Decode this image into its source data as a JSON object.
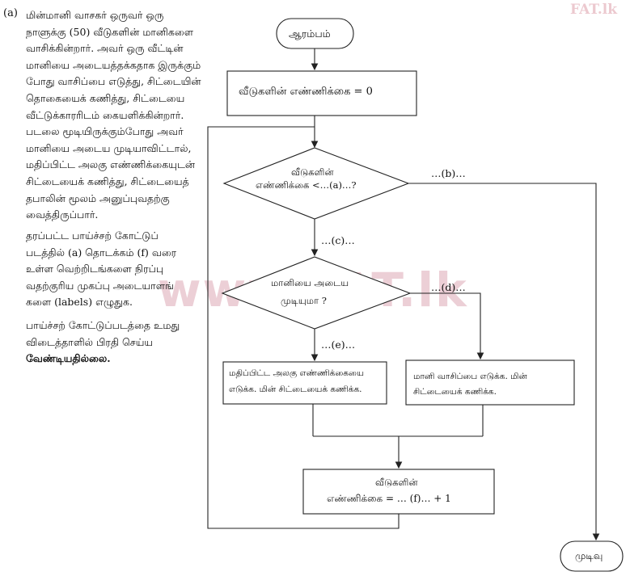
{
  "question_label": "(a)",
  "paragraph1": [
    "மின்மானி வாசகர் ஒருவர் ஒரு",
    "நாளுக்கு (50) வீடுகளின் மானிகளை",
    "வாசிக்கின்றார். அவர் ஒரு வீட்டின்",
    "மானியை அடையத்தக்கதாக இருக்கும்",
    "போது வாசிப்பை எடுத்து, சிட்டையின்",
    "தொகையைக் கணித்து, சிட்டையை",
    "வீட்டுக்காரரிடம் கையளிக்கின்றார்.",
    "படலை மூடியிருக்கும்போது அவர்",
    "மானியை அடைய முடியாவிட்டால்,",
    "மதிப்பிட்ட அலகு எண்ணிக்கையுடன்",
    "சிட்டையைக் கணித்து, சிட்டையைத்",
    "தபாலின் மூலம் அனுப்புவதற்கு",
    "வைத்திருப்பார்."
  ],
  "paragraph2": [
    "தரப்பட்ட பாய்ச்சற் கோட்டுப்",
    "படத்தில் (a) தொடக்கம் (f) வரை",
    "உள்ள வெற்றிடங்களை நிரப்பு",
    "வதற்குரிய முகப்பு அடையாளங்",
    "களை (labels) எழுதுக."
  ],
  "paragraph3_lines": [
    "பாய்ச்சற் கோட்டுப்படத்தை உமது",
    "விடைத்தாளில் பிரதி செய்ய"
  ],
  "paragraph3_bold": "வேண்டியதில்லை.",
  "watermark": "www.FAT.lk",
  "corner_watermark": "FAT.lk",
  "flow": {
    "start": "ஆரம்பம்",
    "init_box": "வீடுகளின் எண்ணிக்கை = 0",
    "decision1_line1": "வீடுகளின்",
    "decision1_line2": "எண்ணிக்கை <…(a)…?",
    "label_b": "…(b)…",
    "label_c": "…(c)…",
    "decision2_line1": "மானியை அடைய",
    "decision2_line2": "முடியுமா ?",
    "label_d": "…(d)…",
    "label_e": "…(e)…",
    "left_box_line1": "மதிப்பிட்ட அலகு எண்ணிக்கையை",
    "left_box_line2": "எடுக்க. மின் சிட்டையைக் கணிக்க.",
    "right_box_line1": "மானி வாசிப்பை எடுக்க. மின்",
    "right_box_line2": "சிட்டையைக் கணிக்க.",
    "increment_line1": "வீடுகளின்",
    "increment_line2": "எண்ணிக்கை = … (f)… + 1",
    "end": "முடிவு"
  }
}
